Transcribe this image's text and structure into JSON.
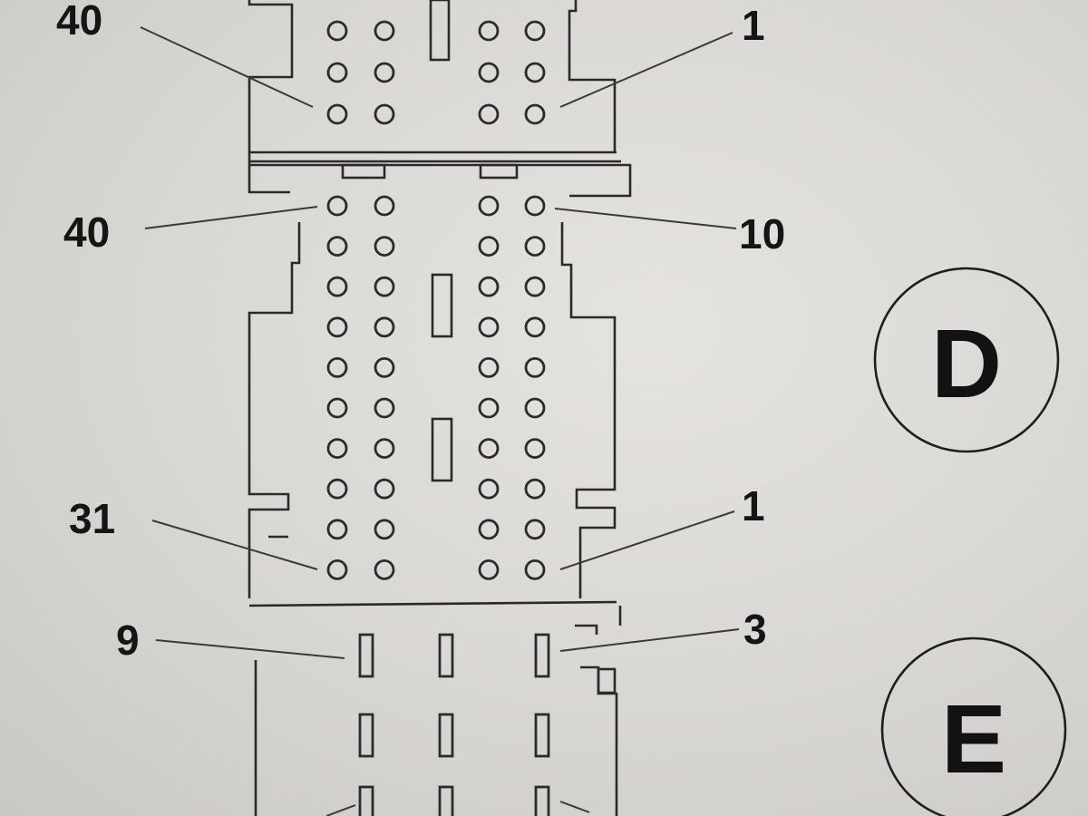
{
  "top_connector": {
    "label_left": "40",
    "label_right": "1"
  },
  "connector_d": {
    "label_top_left": "40",
    "label_top_right": "10",
    "label_bottom_left": "31",
    "label_bottom_right": "1",
    "badge": "D"
  },
  "connector_e": {
    "label_left": "9",
    "label_right": "3",
    "badge": "E"
  },
  "colors": {
    "ink": "#2a2a2a",
    "paper": "#dcdbd7"
  }
}
